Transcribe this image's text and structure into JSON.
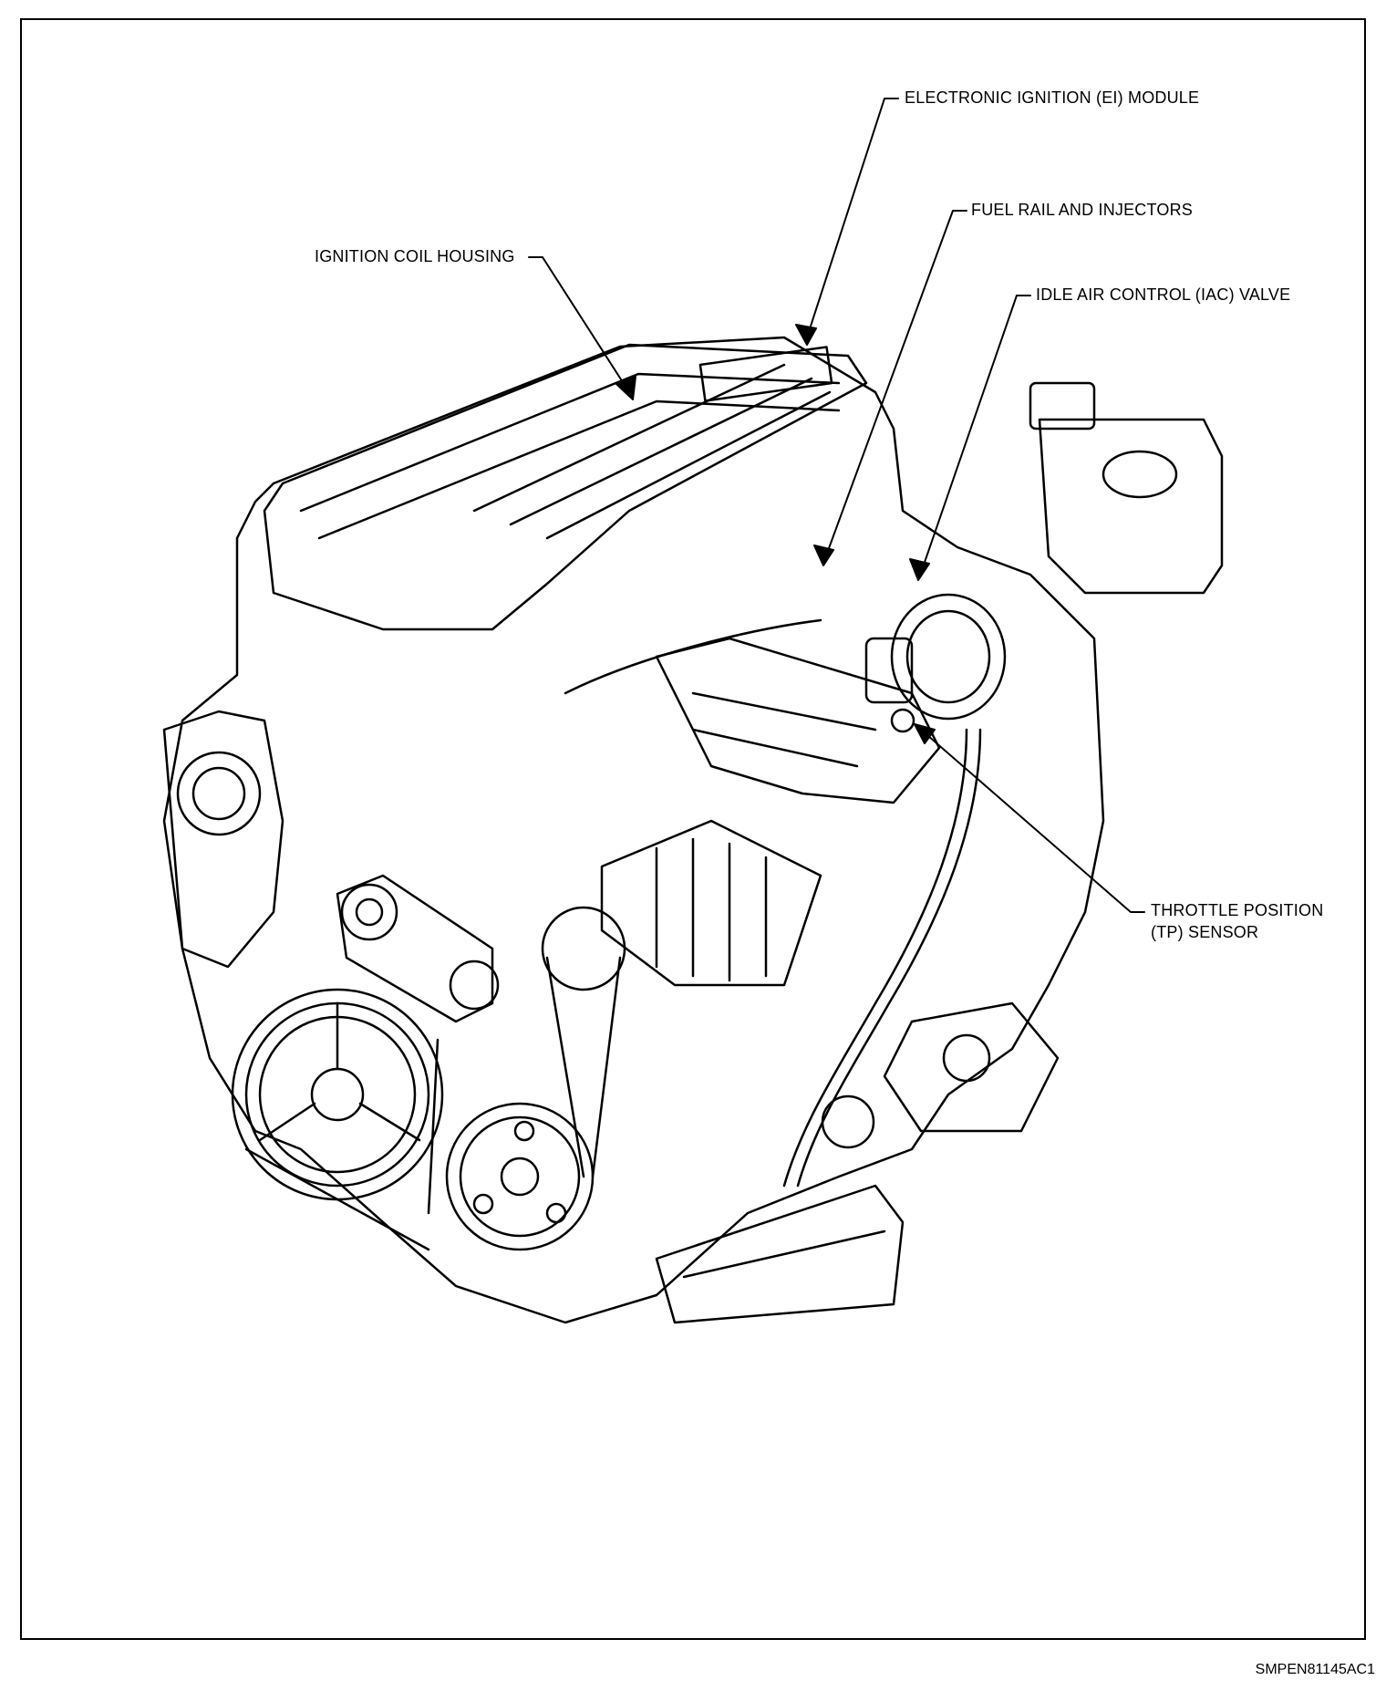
{
  "callouts": {
    "ei_module": "ELECTRONIC IGNITION (EI) MODULE",
    "fuel_rail": "FUEL RAIL AND INJECTORS",
    "iac_valve": "IDLE AIR CONTROL (IAC) VALVE",
    "coil_housing": "IGNITION COIL HOUSING",
    "tp_sensor_line1": "THROTTLE POSITION",
    "tp_sensor_line2": "(TP) SENSOR"
  },
  "figure_id": "SMPEN81145AC1"
}
